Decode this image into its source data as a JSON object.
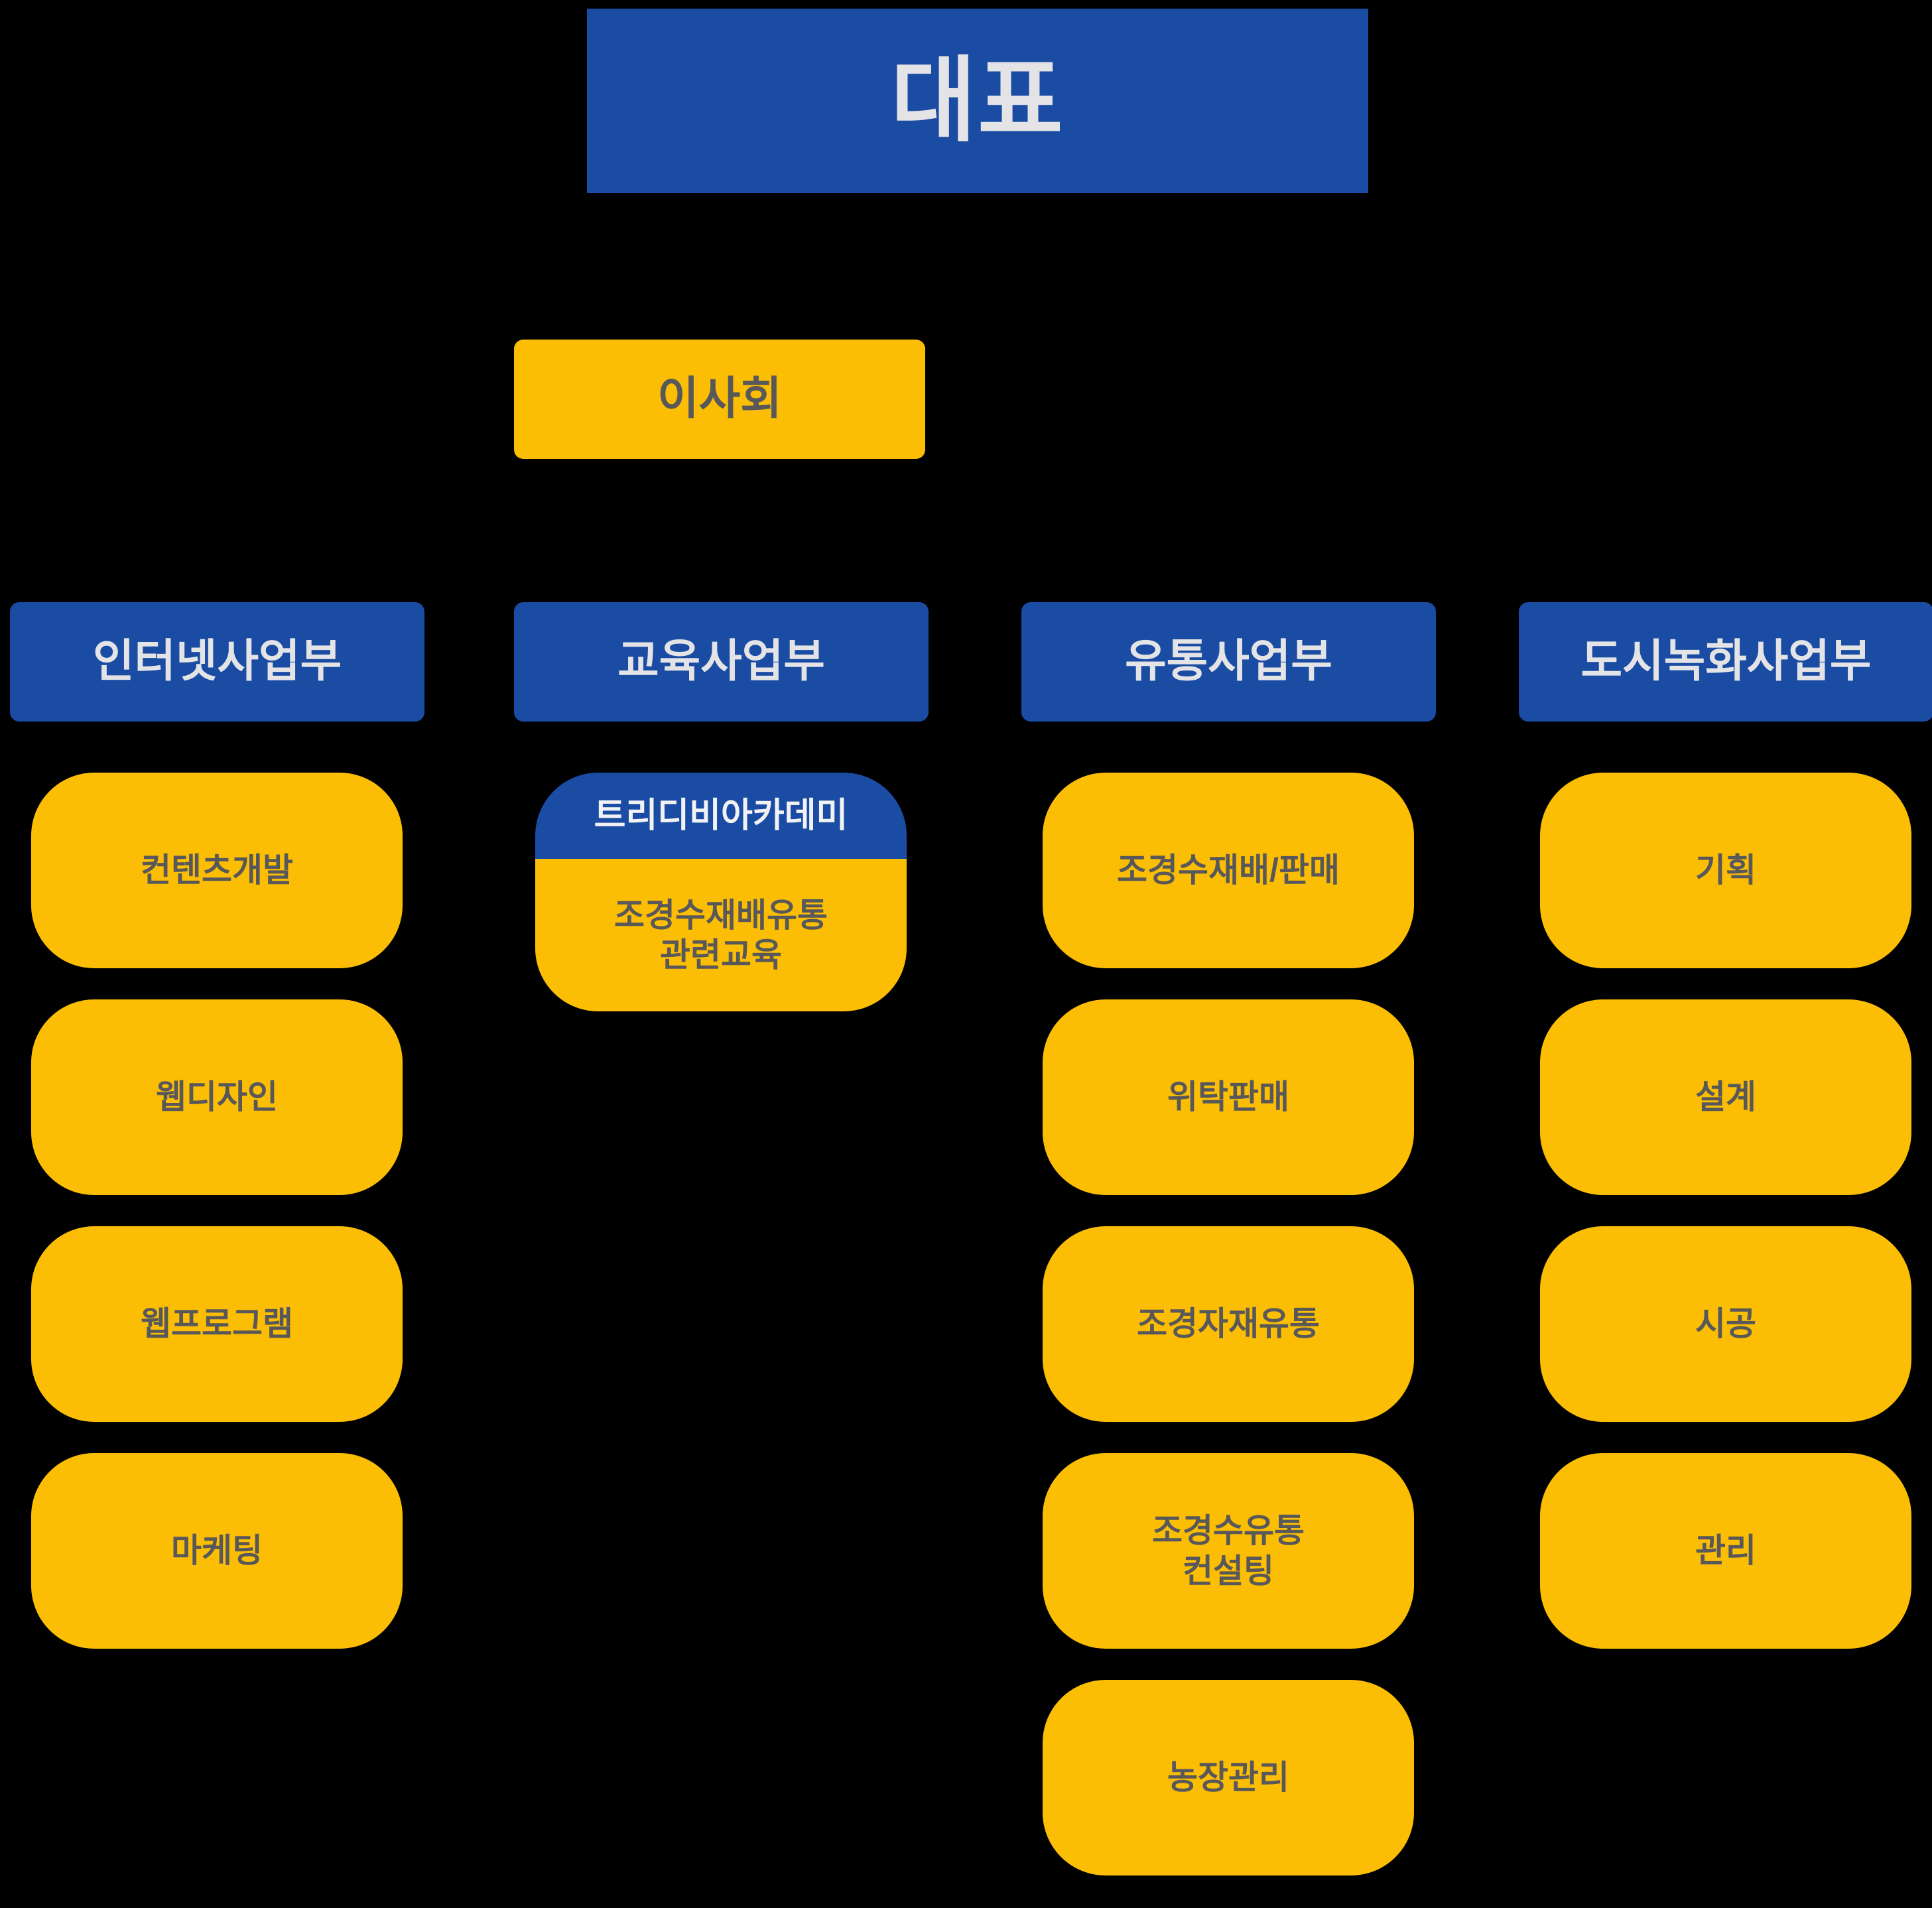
{
  "meta": {
    "background_color": "#000000",
    "brand_blue": "#1A4CA3",
    "brand_amber": "#FBBE04",
    "text_on_blue": "#E4E4E6",
    "text_on_amber": "#58585A"
  },
  "top": {
    "ceo_label": "대표"
  },
  "board": {
    "label": "이사회"
  },
  "divisions": [
    {
      "header": "인터넷사업부",
      "units": [
        {
          "type": "plain",
          "label": "컨텐츠개발"
        },
        {
          "type": "plain",
          "label": "웹디자인"
        },
        {
          "type": "plain",
          "label": "웹프로그램"
        },
        {
          "type": "plain",
          "label": "마케팅"
        }
      ]
    },
    {
      "header": "교육사업부",
      "units": [
        {
          "type": "split",
          "top_label": "트리디비아카데미",
          "bottom_label": "조경수재배유통\n관련교육"
        }
      ]
    },
    {
      "header": "유통사업부",
      "units": [
        {
          "type": "plain",
          "label": "조경수재배/판매"
        },
        {
          "type": "plain",
          "label": "위탁판매"
        },
        {
          "type": "plain",
          "label": "조경자재유통"
        },
        {
          "type": "plain",
          "label": "조경수유통\n컨설팅"
        },
        {
          "type": "plain",
          "label": "농장관리"
        }
      ]
    },
    {
      "header": "도시녹화사업부",
      "units": [
        {
          "type": "plain",
          "label": "기획"
        },
        {
          "type": "plain",
          "label": "설계"
        },
        {
          "type": "plain",
          "label": "시공"
        },
        {
          "type": "plain",
          "label": "관리"
        }
      ]
    }
  ]
}
